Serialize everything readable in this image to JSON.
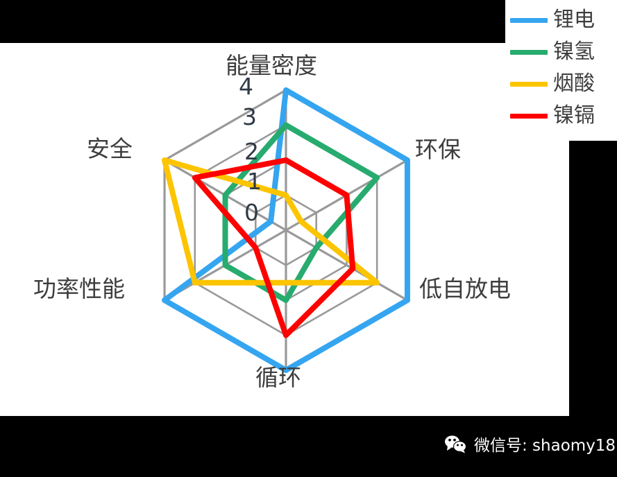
{
  "legend": {
    "position": "top-right",
    "items": [
      {
        "label": "锂电",
        "color": "#35a5f0"
      },
      {
        "label": "镍氢",
        "color": "#27ab6e"
      },
      {
        "label": "烟酸",
        "color": "#fdc400"
      },
      {
        "label": "镍镉",
        "color": "#ff0000"
      }
    ]
  },
  "axis_labels": {
    "energy_density": "能量密度",
    "environment": "环保",
    "self_discharge": "低自放电",
    "cycle_life": "循环",
    "power": "功率性能",
    "safety": "安全"
  },
  "ticks": {
    "t4": "4",
    "t3": "3",
    "t2": "2",
    "t1": "1",
    "t0": "0"
  },
  "watermark": {
    "icon": "wechat-icon",
    "text": "微信号: shaomy18"
  },
  "style": {
    "grid_color": "#999999",
    "panel_color": "#ffffff",
    "background_color": "#000000",
    "label_color": "#3d3d3d"
  },
  "chart_data": {
    "type": "radar",
    "title": "",
    "categories": [
      "能量密度",
      "环保",
      "低自放电",
      "循环",
      "功率性能",
      "安全"
    ],
    "tick_values": [
      0,
      1,
      2,
      3,
      4
    ],
    "rlim": [
      0,
      4
    ],
    "grid": true,
    "legend_position": "top-right",
    "series": [
      {
        "name": "锂电",
        "color": "#35a5f0",
        "values": [
          4,
          4,
          4,
          4,
          4,
          0.5
        ]
      },
      {
        "name": "镍氢",
        "color": "#27ab6e",
        "values": [
          3,
          3,
          1,
          2,
          2,
          2
        ]
      },
      {
        "name": "烟酸",
        "color": "#fdc400",
        "values": [
          1,
          0.5,
          3,
          1.5,
          3,
          4
        ]
      },
      {
        "name": "镍镉",
        "color": "#ff0000",
        "values": [
          2,
          2,
          2.2,
          3,
          1,
          3
        ]
      }
    ]
  }
}
